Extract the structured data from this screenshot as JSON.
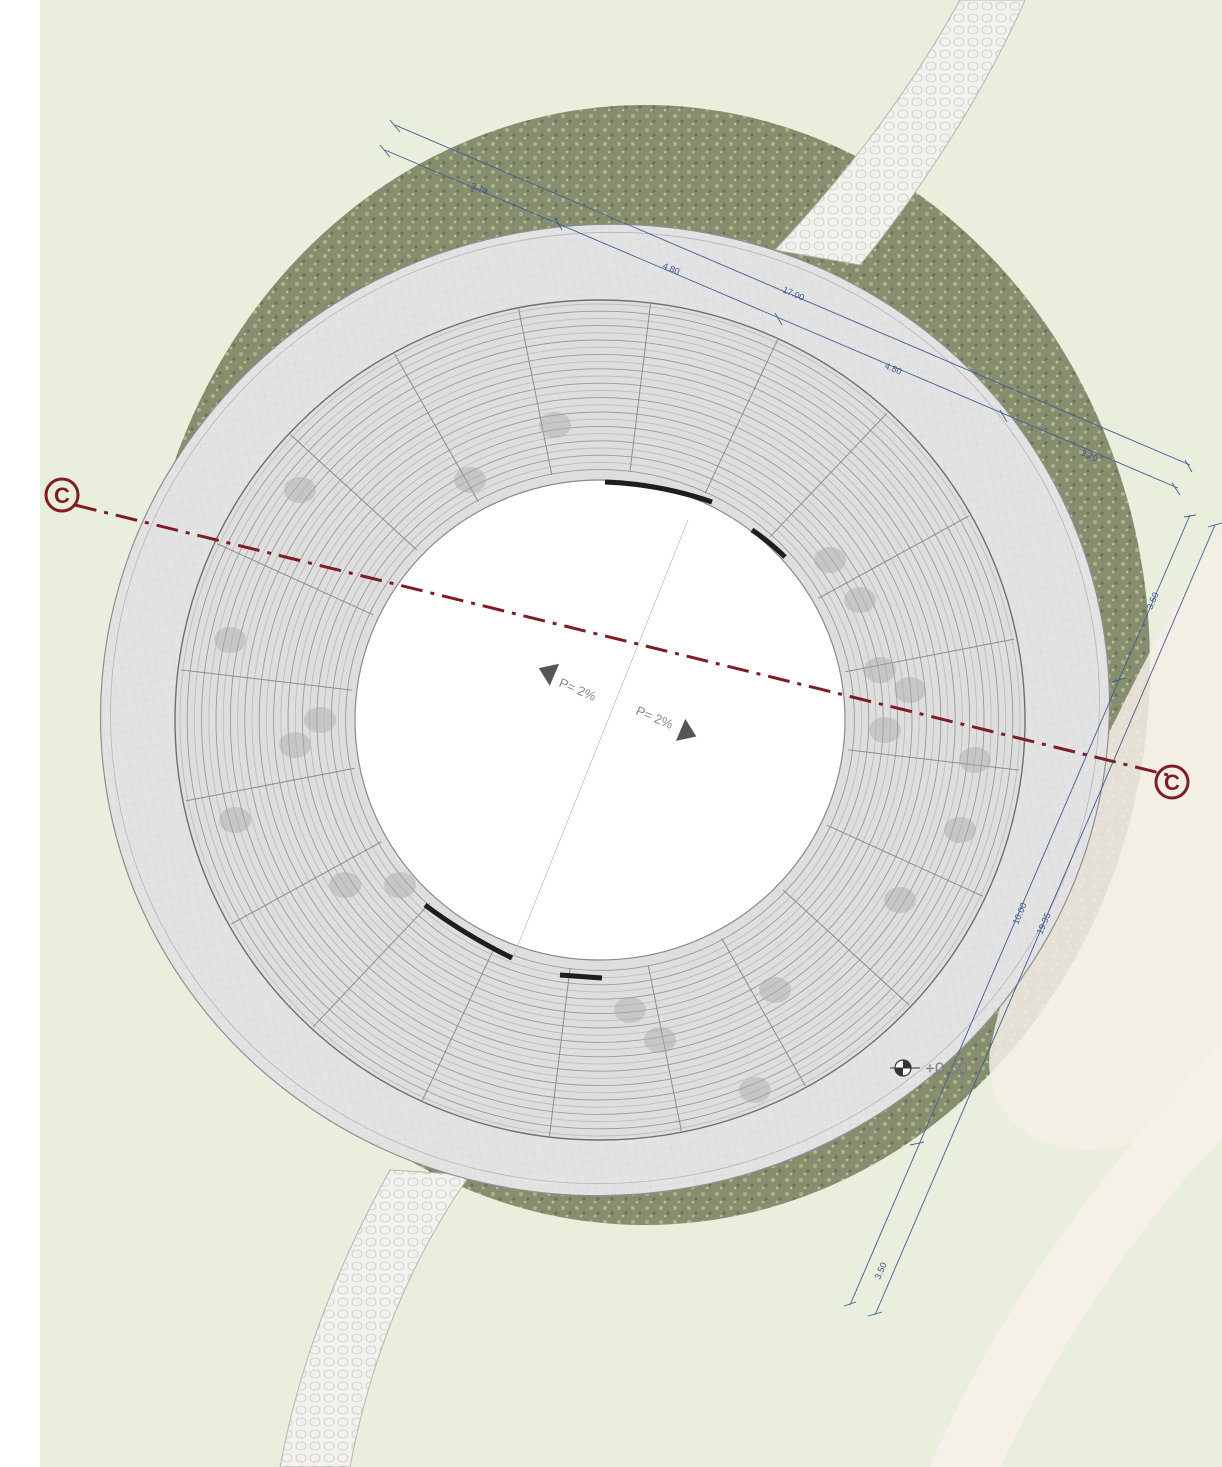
{
  "colors": {
    "background": "#e8eedc",
    "vegetation": "#7c8464",
    "paving": "#e3e3e3",
    "tiers": "#d9d9d9",
    "section_line": "#7f1d26",
    "dimension": "#3a5a8c"
  },
  "dimensions": {
    "d1": "3.70",
    "d2": "4.80",
    "d3": "17.00",
    "d4": "4.80",
    "d5": "3.70",
    "d6": "3.50",
    "d7": "10.00",
    "d8": "19.35",
    "d9": "3.50"
  },
  "slopes": {
    "left": "P= 2%",
    "right": "P= 2%"
  },
  "level_mark": "+0,60",
  "section_marks": {
    "left": "C",
    "right": "C"
  }
}
